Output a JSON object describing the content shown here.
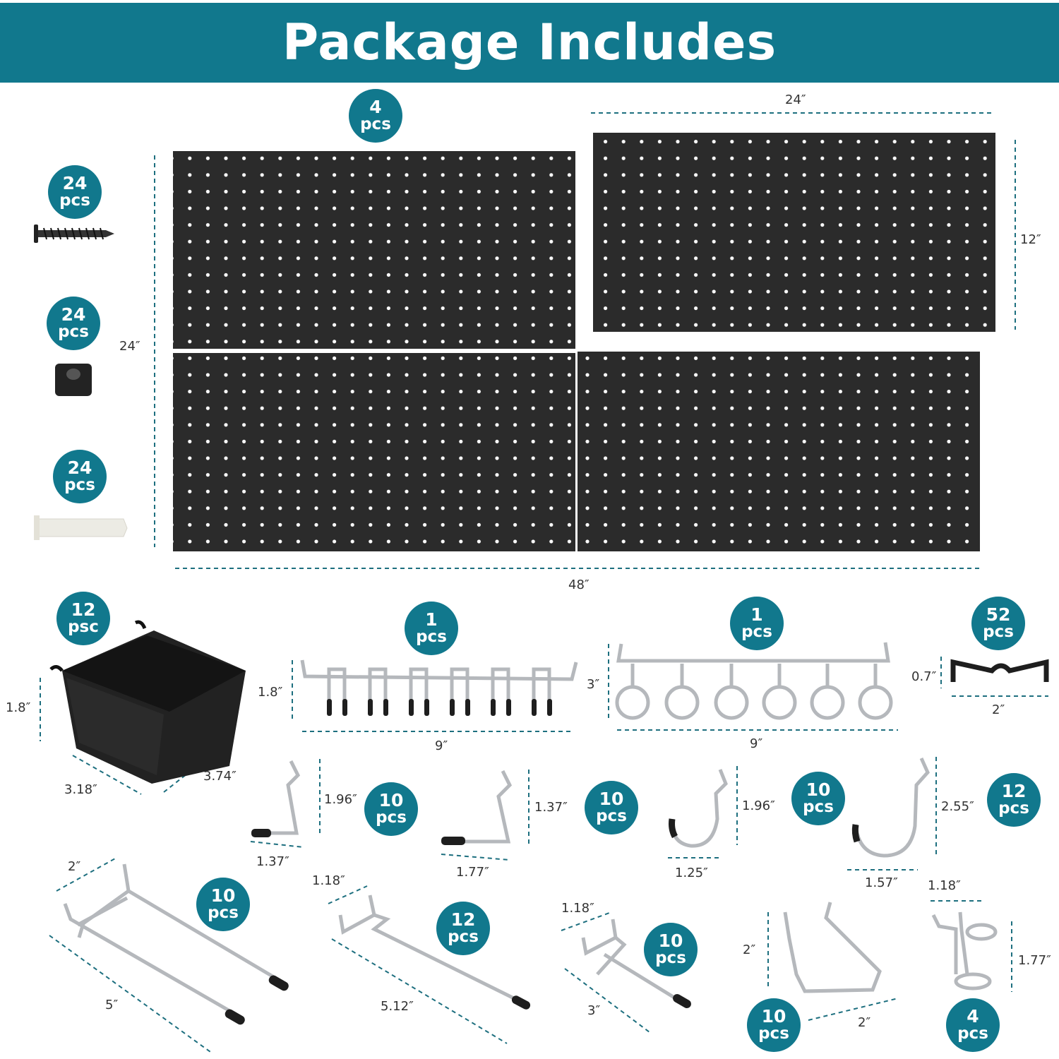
{
  "title": "Package Includes",
  "colors": {
    "accent": "#11788d",
    "board": "#2b2b2b",
    "metal": "#b9bcc0",
    "tip": "#1e1e1e"
  },
  "badges": {
    "boards": {
      "qty": "4",
      "unit": "pcs"
    },
    "screws": {
      "qty": "24",
      "unit": "pcs"
    },
    "spacers": {
      "qty": "24",
      "unit": "pcs"
    },
    "anchors": {
      "qty": "24",
      "unit": "pcs"
    },
    "bin": {
      "qty": "12",
      "unit": "psc"
    },
    "bar_holder": {
      "qty": "1",
      "unit": "pcs"
    },
    "ring_holder": {
      "qty": "1",
      "unit": "pcs"
    },
    "clips": {
      "qty": "52",
      "unit": "pcs"
    },
    "l_hook_a": {
      "qty": "10",
      "unit": "pcs"
    },
    "l_hook_b": {
      "qty": "10",
      "unit": "pcs"
    },
    "j_hook_a": {
      "qty": "10",
      "unit": "pcs"
    },
    "j_hook_b": {
      "qty": "12",
      "unit": "pcs"
    },
    "double_hook": {
      "qty": "10",
      "unit": "pcs"
    },
    "long_hook": {
      "qty": "12",
      "unit": "pcs"
    },
    "short_hook": {
      "qty": "10",
      "unit": "pcs"
    },
    "u_hook": {
      "qty": "10",
      "unit": "pcs"
    },
    "ring_hook": {
      "qty": "4",
      "unit": "pcs"
    }
  },
  "dims": {
    "board_top_width": "24″",
    "board_right_height": "12″",
    "board_left_height": "24″",
    "board_total_width": "48″",
    "bin_height": "1.8″",
    "bin_width": "3.18″",
    "bin_depth": "3.74″",
    "bar_height": "1.8″",
    "bar_width": "9″",
    "ring_bar_height": "3″",
    "ring_bar_width": "9″",
    "clip_height": "0.7″",
    "clip_width": "2″",
    "l_hook_a_height": "1.96″",
    "l_hook_a_width": "1.37″",
    "l_hook_b_height": "1.37″",
    "l_hook_b_width": "1.77″",
    "j_hook_a_height": "1.96″",
    "j_hook_a_width": "1.25″",
    "j_hook_b_height": "2.55″",
    "j_hook_b_width": "1.57″",
    "double_hook_width": "2″",
    "double_hook_length": "5″",
    "long_hook_width": "1.18″",
    "long_hook_length": "5.12″",
    "short_hook_width": "1.18″",
    "short_hook_length": "3″",
    "u_hook_height": "2″",
    "u_hook_width": "2″",
    "ring_hook_width": "1.18″",
    "ring_hook_height": "1.77″"
  }
}
